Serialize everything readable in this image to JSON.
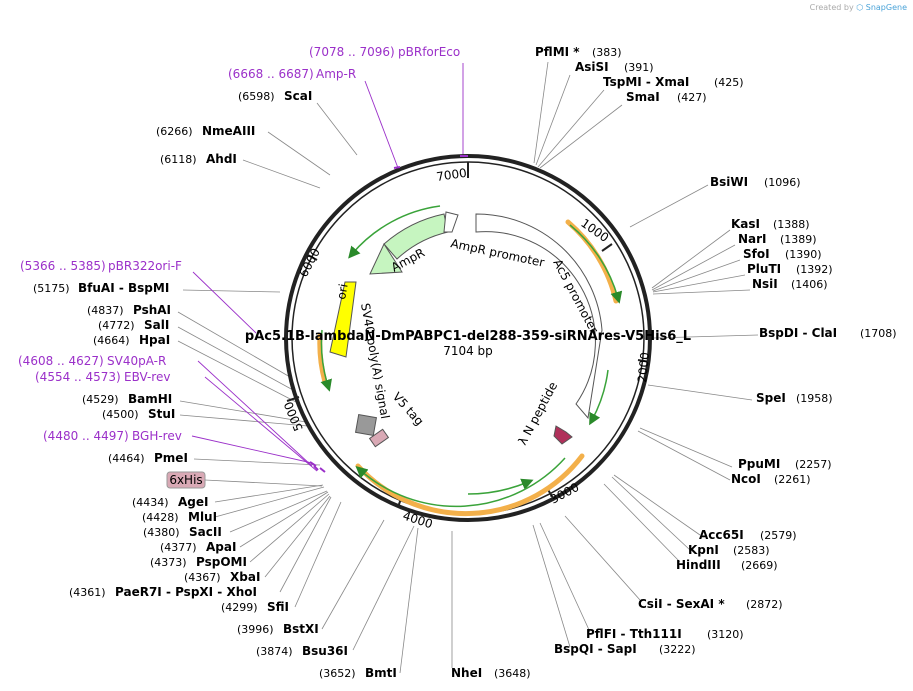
{
  "credit": {
    "prefix": "Created by",
    "brand": "SnapGene"
  },
  "plasmid": {
    "name": "pAc5.1B-lambdaN-DmPABPC1-del288-359-siRNAres-V5His6_L",
    "length": "7104 bp"
  },
  "ticks": [
    "7000",
    "1000",
    "2000",
    "3000",
    "4000",
    "5000",
    "6000"
  ],
  "features": {
    "AmpR": "AmpR",
    "AmpR promoter": "AmpR promoter",
    "Ac5 promoter": "Ac5 promoter",
    "ori": "ori",
    "SV40 poly(A) signal": "SV40 poly(A) signal",
    "V5 tag": "V5 tag",
    "lambda N peptide": "λ N peptide"
  },
  "tag_box": "6xHis",
  "primers": [
    {
      "range": "(7078 .. 7096)",
      "name": "pBRforEco"
    },
    {
      "range": "(6668 .. 6687)",
      "name": "Amp-R"
    },
    {
      "range": "(5366 .. 5385)",
      "name": "pBR322ori-F"
    },
    {
      "range": "(4608 .. 4627)",
      "name": "SV40pA-R"
    },
    {
      "range": "(4554 .. 4573)",
      "name": "EBV-rev"
    },
    {
      "range": "(4480 .. 4497)",
      "name": "BGH-rev"
    }
  ],
  "sites_right": [
    {
      "name": "PflMI *",
      "pos": "(383)"
    },
    {
      "name": "AsiSI",
      "pos": "(391)"
    },
    {
      "name": "TspMI  -  XmaI",
      "pos": "(425)"
    },
    {
      "name": "SmaI",
      "pos": "(427)"
    },
    {
      "name": "BsiWI",
      "pos": "(1096)"
    },
    {
      "name": "KasI",
      "pos": "(1388)"
    },
    {
      "name": "NarI",
      "pos": "(1389)"
    },
    {
      "name": "SfoI",
      "pos": "(1390)"
    },
    {
      "name": "PluTI",
      "pos": "(1392)"
    },
    {
      "name": "NsiI",
      "pos": "(1406)"
    },
    {
      "name": "BspDI  -  ClaI",
      "pos": "(1708)"
    },
    {
      "name": "SpeI",
      "pos": "(1958)"
    },
    {
      "name": "PpuMI",
      "pos": "(2257)"
    },
    {
      "name": "NcoI",
      "pos": "(2261)"
    },
    {
      "name": "Acc65I",
      "pos": "(2579)"
    },
    {
      "name": "KpnI",
      "pos": "(2583)"
    },
    {
      "name": "HindIII",
      "pos": "(2669)"
    },
    {
      "name": "CsiI  -  SexAI *",
      "pos": "(2872)"
    },
    {
      "name": "PflFI  -  Tth111I",
      "pos": "(3120)"
    },
    {
      "name": "BspQI  -  SapI",
      "pos": "(3222)"
    },
    {
      "name": "NheI",
      "pos": "(3648)"
    }
  ],
  "sites_left": [
    {
      "name": "ScaI",
      "pos": "(6598)"
    },
    {
      "name": "NmeAIII",
      "pos": "(6266)"
    },
    {
      "name": "AhdI",
      "pos": "(6118)"
    },
    {
      "name": "BfuAI  -  BspMI",
      "pos": "(5175)"
    },
    {
      "name": "PshAI",
      "pos": "(4837)"
    },
    {
      "name": "SalI",
      "pos": "(4772)"
    },
    {
      "name": "HpaI",
      "pos": "(4664)"
    },
    {
      "name": "BamHI",
      "pos": "(4529)"
    },
    {
      "name": "StuI",
      "pos": "(4500)"
    },
    {
      "name": "PmeI",
      "pos": "(4464)"
    },
    {
      "name": "AgeI",
      "pos": "(4434)"
    },
    {
      "name": "MluI",
      "pos": "(4428)"
    },
    {
      "name": "SacII",
      "pos": "(4380)"
    },
    {
      "name": "ApaI",
      "pos": "(4377)"
    },
    {
      "name": "PspOMI",
      "pos": "(4373)"
    },
    {
      "name": "XbaI",
      "pos": "(4367)"
    },
    {
      "name": "PaeR7I  -  PspXI  -  XhoI",
      "pos": "(4361)"
    },
    {
      "name": "SfiI",
      "pos": "(4299)"
    },
    {
      "name": "BstXI",
      "pos": "(3996)"
    },
    {
      "name": "Bsu36I",
      "pos": "(3874)"
    },
    {
      "name": "BmtI",
      "pos": "(3652)"
    }
  ],
  "colors": {
    "ampr": "#c6f5c0",
    "ori": "#ffff00",
    "primer": "#9b30c9",
    "cds_outline": "#f3b04a",
    "tag": "#d9a9b5",
    "lambda": "#b0305a"
  }
}
